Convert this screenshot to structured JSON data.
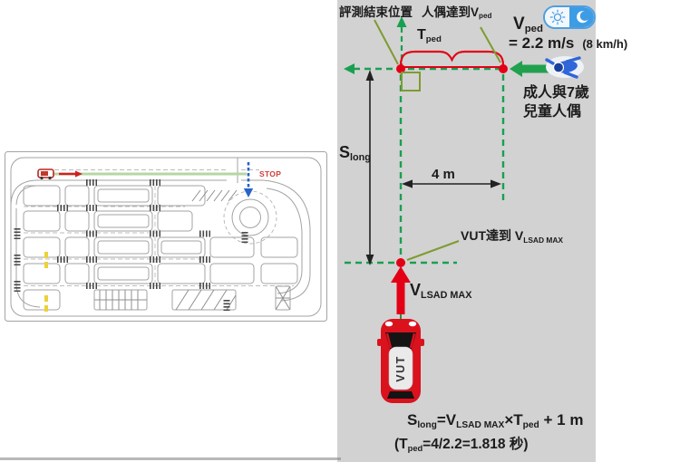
{
  "colors": {
    "panel_bg": "#d2d2d2",
    "green_dash": "#18a050",
    "olive": "#7e9b31",
    "red": "#e30016",
    "arrow_green": "#21a14e",
    "pedestrian_blue": "#2f66d8",
    "toggle_blue": "#3e9ce5",
    "route_green": "#b6d7a4",
    "yellow_mark": "#ecd23a",
    "stop_red": "#d23b3b"
  },
  "map": {
    "stop": "STOP"
  },
  "diagram": {
    "end_position_label": "評測結束位置",
    "dummy_reach_label": "人偶達到",
    "v": "V",
    "ped_sub": "ped",
    "t": "T",
    "speed_value": "= 2.2 m/s",
    "speed_alt": "(8 km/h)",
    "dummy_desc_1": "成人與7歲",
    "dummy_desc_2": "兒童人偶",
    "s": "S",
    "long_sub": "long",
    "distance_label": "4 m",
    "vut_reach_label": "VUT達到",
    "lsad_sub": "LSAD MAX",
    "car_label": "VUT"
  },
  "formula": {
    "s": "S",
    "s_sub": "long",
    "eq": "=",
    "v": "V",
    "v_sub": "LSAD MAX",
    "times": "×",
    "t": "T",
    "t_sub": "ped",
    "tail": " + 1 m",
    "l2_open": "(T",
    "l2_sub": "ped",
    "l2_rest": "=4/2.2=1.818 秒)"
  }
}
